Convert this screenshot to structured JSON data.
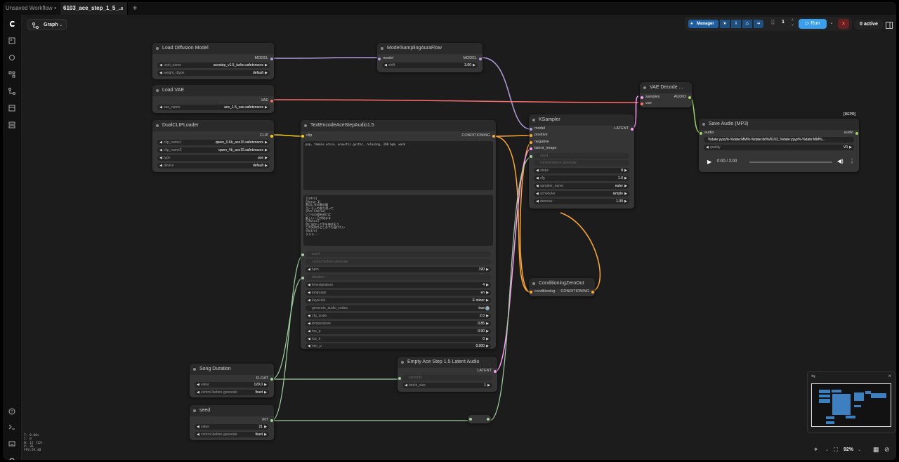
{
  "tabs": [
    {
      "label": "Unsaved Workflow",
      "status": "•"
    },
    {
      "label": "6103_ace_step_1_5_...",
      "status": "•"
    }
  ],
  "tab_add": "+",
  "graph_button": {
    "label": "Graph"
  },
  "toolbar": {
    "manager_label": "Manager",
    "queue_count": "1",
    "run_label": "Run",
    "stop_label": "×",
    "active_label": "0 active"
  },
  "nodes": {
    "load_diffusion": {
      "title": "Load Diffusion Model",
      "output": "MODEL",
      "widgets": [
        {
          "label": "unet_name",
          "value": "acestep_v1.5_turbo.safetensors"
        },
        {
          "label": "weight_dtype",
          "value": "default"
        }
      ]
    },
    "model_sampling": {
      "title": "ModelSamplingAuraFlow",
      "input": "model",
      "output": "MODEL",
      "widgets": [
        {
          "label": "shift",
          "value": "3.00"
        }
      ]
    },
    "load_vae": {
      "title": "Load VAE",
      "output": "VAE",
      "widgets": [
        {
          "label": "vae_name",
          "value": "ace_1.5_vae.safetensors"
        }
      ]
    },
    "dual_clip": {
      "title": "DualCLIPLoader",
      "output": "CLIP",
      "widgets": [
        {
          "label": "clip_name1",
          "value": "qwen_0.6b_ace15.safetensors"
        },
        {
          "label": "clip_name2",
          "value": "qwen_4b_ace15.safetensors"
        },
        {
          "label": "type",
          "value": "ace"
        },
        {
          "label": "device",
          "value": "default"
        }
      ]
    },
    "text_encode": {
      "title": "TextEncodeAceStepAudio1.5",
      "input": "clip",
      "output": "CONDITIONING",
      "tags_text": "pop, female voice, acoustic guitar, relaxing, 190 bpm, warm",
      "lyrics_text": "[Intro]\n[Verse 1]\n窓辺に光る朝の陽\nコーヒーの香り漂って\n[Pre-Chorus]\nいつもの道を歩けば\n新しい一日が始まる\n[Chorus]\n空に向かって手を伸ばそう\nこの気持ちどこまでも届けたい\n[Outro]\nラララ...",
      "seed_label": "seed",
      "control_label": "control before generate",
      "duration_label": "duration",
      "widgets": [
        {
          "label": "bpm",
          "value": "190"
        },
        {
          "label": "timesignature",
          "value": "4"
        },
        {
          "label": "language",
          "value": "en"
        },
        {
          "label": "keyscale",
          "value": "E minor"
        },
        {
          "label": "generate_audio_codes",
          "value": "true"
        },
        {
          "label": "cfg_scale",
          "value": "2.0"
        },
        {
          "label": "temperature",
          "value": "0.85"
        },
        {
          "label": "top_p",
          "value": "0.90"
        },
        {
          "label": "top_k",
          "value": "0"
        },
        {
          "label": "min_p",
          "value": "0.000"
        }
      ]
    },
    "ksampler": {
      "title": "KSampler",
      "inputs": [
        "model",
        "positive",
        "negative",
        "latent_image"
      ],
      "output": "LATENT",
      "seed_label": "seed",
      "control_label": "control before generate",
      "widgets": [
        {
          "label": "steps",
          "value": "8"
        },
        {
          "label": "cfg",
          "value": "1.0"
        },
        {
          "label": "sampler_name",
          "value": "euler"
        },
        {
          "label": "scheduler",
          "value": "simple"
        },
        {
          "label": "denoise",
          "value": "1.00"
        }
      ]
    },
    "vae_decode": {
      "title": "VAE Decode ...",
      "inputs": [
        "samples",
        "vae"
      ],
      "output": "AUDIO"
    },
    "save_audio": {
      "title": "Save Audio (MP3)",
      "badge": "[DEPR]",
      "input": "audio",
      "output": "audio",
      "widgets": [
        {
          "label": "",
          "value": "%date:yyyy%-%date:MM%-%date:dd%/6103_%date:yyyy%-%date:MM%..."
        },
        {
          "label": "quality",
          "value": "V0"
        }
      ],
      "time": "0:00 / 2:00"
    },
    "cond_zero": {
      "title": "ConditioningZeroOut",
      "input": "conditioning",
      "output": "CONDITIONING"
    },
    "empty_latent": {
      "title": "Empty Ace Step 1.5 Latent Audio",
      "output": "LATENT",
      "duration_label": "seconds",
      "widgets": [
        {
          "label": "batch_size",
          "value": "1"
        }
      ]
    },
    "song_duration": {
      "title": "Song Duration",
      "output": "FLOAT",
      "widgets": [
        {
          "label": "value",
          "value": "120.0"
        },
        {
          "label": "control before generate",
          "value": "fixed"
        }
      ]
    },
    "seed": {
      "title": "seed",
      "output": "INT",
      "widgets": [
        {
          "label": "value",
          "value": "21"
        },
        {
          "label": "control before generate",
          "value": "fixed"
        }
      ]
    }
  },
  "stats": [
    "T: 0.00s",
    "I: 0",
    "N: 12 [12]",
    "V: 36",
    "FPS:59.48"
  ],
  "zoom": "92%",
  "colors": {
    "model": "#b39ddb",
    "vae": "#ff6e6e",
    "clip": "#ffd500",
    "conditioning": "#ffa931",
    "latent": "#ff9cf9",
    "audio": "#a0d468",
    "number": "#a0d0a0"
  }
}
